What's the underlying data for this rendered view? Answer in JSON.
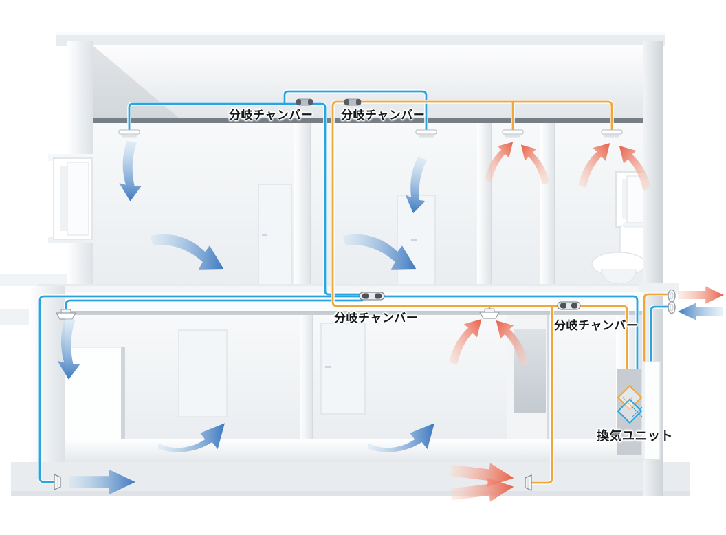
{
  "diagram": {
    "labels": {
      "branch_chamber_2f_left": "分岐チャンバー",
      "branch_chamber_2f_right": "分岐チャンバー",
      "branch_chamber_1f_center": "分岐チャンバー",
      "branch_chamber_1f_right": "分岐チャンバー",
      "ventilation_unit": "換気ユニット"
    },
    "colors": {
      "supply_duct": "#29A4DE",
      "exhaust_duct": "#F0A73A",
      "supply_airflow_arrow": "#3875BE",
      "exhaust_airflow_arrow": "#E65940",
      "ceiling_band": "#7A828B",
      "foundation": "#E9ECEE"
    }
  }
}
